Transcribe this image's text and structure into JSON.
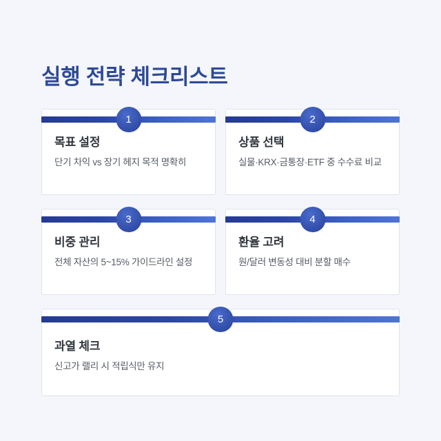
{
  "header": {
    "title": "실행 전략 체크리스트"
  },
  "theme": {
    "background": "#f4f6fb",
    "title_color": "#2e4a96",
    "bar_gradient_start": "#253a94",
    "bar_gradient_end": "#4f74d6",
    "badge_color": "#3a57b4",
    "card_background": "#ffffff",
    "card_border": "#dfe3ea",
    "card_title_color": "#32373f",
    "card_desc_color": "#555b66"
  },
  "checklist": {
    "items": [
      {
        "number": "1",
        "title": "목표 설정",
        "desc": "단기 차익 vs 장기 헤지 목적 명확히"
      },
      {
        "number": "2",
        "title": "상품 선택",
        "desc": "실물·KRX·금통장·ETF 중 수수료 비교"
      },
      {
        "number": "3",
        "title": "비중 관리",
        "desc": "전체 자산의 5~15% 가이드라인 설정"
      },
      {
        "number": "4",
        "title": "환율 고려",
        "desc": "원/달러 변동성 대비 분할 매수"
      },
      {
        "number": "5",
        "title": "과열 체크",
        "desc": "신고가 랠리 시 적립식만 유지"
      }
    ]
  }
}
